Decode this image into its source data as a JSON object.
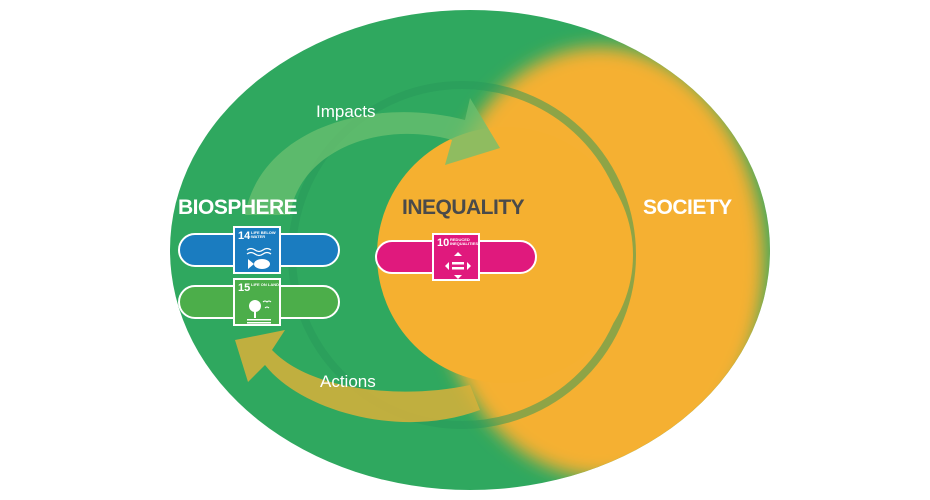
{
  "labels": {
    "biosphere": "BIOSPHERE",
    "inequality": "INEQUALITY",
    "society": "SOCIETY",
    "impacts": "Impacts",
    "actions": "Actions"
  },
  "sdgs": [
    {
      "number": "14",
      "title": "LIFE BELOW WATER",
      "color": "#1a7cc0",
      "icon": "fish-icon"
    },
    {
      "number": "15",
      "title": "LIFE ON LAND",
      "color": "#4cae4a",
      "icon": "tree-icon"
    },
    {
      "number": "10",
      "title": "REDUCED INEQUALITIES",
      "color": "#e0197d",
      "icon": "arrows-equal-icon"
    }
  ],
  "colors": {
    "biosphere": "#2fa85f",
    "society": "#f5b030",
    "text_dark": "#4a4a4a"
  }
}
